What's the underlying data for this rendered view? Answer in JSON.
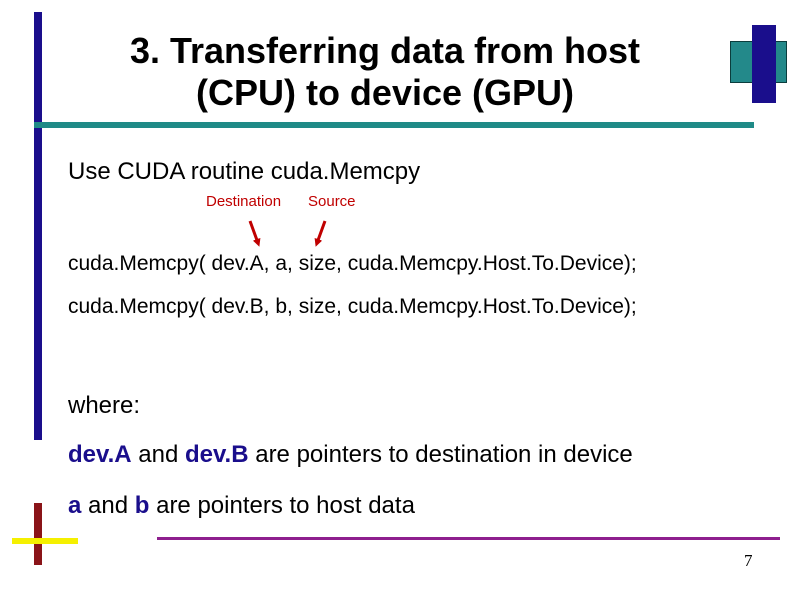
{
  "slide": {
    "title_line1": "3. Transferring data from host",
    "title_line2": "(CPU) to device (GPU)",
    "intro": "Use CUDA routine cuda.Memcpy",
    "annot_destination": "Destination",
    "annot_source": "Source",
    "code_line1": "cuda.Memcpy( dev.A, a, size, cuda.Memcpy.Host.To.Device);",
    "code_line2": "cuda.Memcpy( dev.B, b, size, cuda.Memcpy.Host.To.Device);",
    "where": "where:",
    "line_devices": {
      "a": "dev.A",
      "b": " and ",
      "c": "dev.B",
      "d": " are pointers to destination in device"
    },
    "line_host": {
      "a": "a",
      "b": " and ",
      "c": "b",
      "d": " are pointers to host data"
    },
    "page_number": "7"
  },
  "colors": {
    "accent_blue": "#1a0e8c",
    "annotation_red": "#c00000",
    "teal": "#1f8a87",
    "purple": "#8e1f8e"
  }
}
